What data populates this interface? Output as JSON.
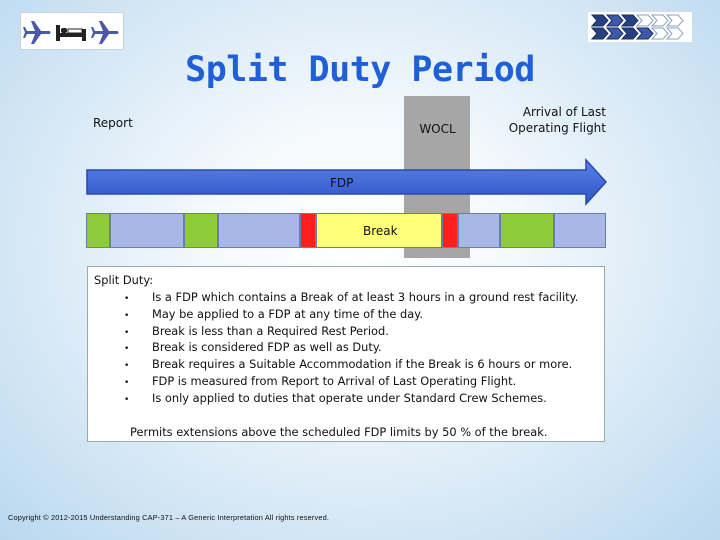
{
  "header": {
    "title": "Split Duty Period",
    "icons": [
      "airplane-icon",
      "bed-icon",
      "airplane-icon"
    ]
  },
  "diagram": {
    "report_label": "Report",
    "wocl_label": "WOCL",
    "arrival_label_line1": "Arrival of Last",
    "arrival_label_line2": "Operating Flight",
    "fdp_label": "FDP",
    "break_label": "Break"
  },
  "panel": {
    "heading": "Split Duty:",
    "bullet_glyph": "•",
    "bullets": [
      "Is a FDP which contains a Break of at least 3 hours in a ground rest facility.",
      "May be applied to a FDP at any time of the day.",
      "Break is less than a Required Rest Period.",
      "Break is considered FDP as well as Duty.",
      "Break requires a Suitable Accommodation if the Break is 6 hours or more.",
      "FDP is measured from Report to Arrival of Last Operating Flight.",
      "Is only applied to duties that operate under Standard Crew Schemes."
    ],
    "permits": "Permits extensions above the scheduled FDP limits by 50 % of the break."
  },
  "footer": {
    "copyright": "Copyright © 2012-2015 Understanding CAP-371 – A Generic Interpretation All rights reserved."
  },
  "colors": {
    "title": "#1f5fd8",
    "fdp_arrow": "#3a63d8",
    "green_segment": "#8ecb3b",
    "blue_segment": "#a8b8e6",
    "red_segment": "#ff1f1f",
    "break_segment": "#ffff7a",
    "wocl_band": "#a6a6a6"
  }
}
